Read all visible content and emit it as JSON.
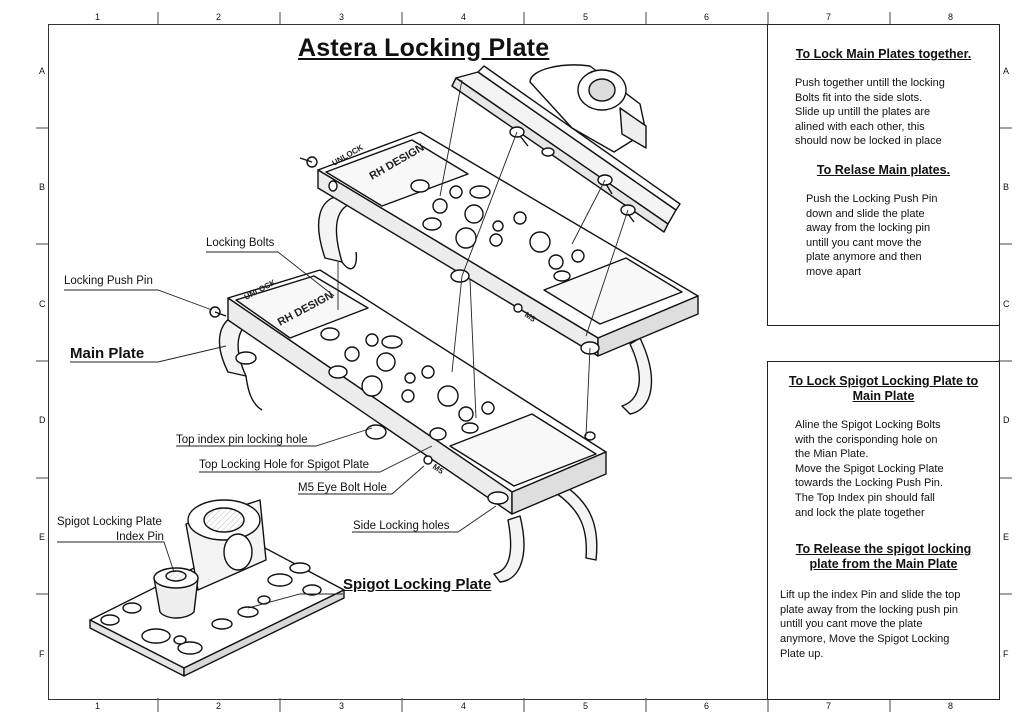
{
  "drawing": {
    "title": "Astera Locking Plate",
    "zone_columns": [
      "1",
      "2",
      "3",
      "4",
      "5",
      "6",
      "7",
      "8"
    ],
    "zone_rows": [
      "A",
      "B",
      "C",
      "D",
      "E",
      "F"
    ]
  },
  "callouts": {
    "locking_bolts": "Locking Bolts",
    "locking_push_pin": "Locking Push Pin",
    "main_plate": "Main Plate",
    "top_index_pin_locking_hole": "Top index pin locking hole",
    "top_locking_hole_spigot": "Top Locking Hole for Spigot Plate",
    "m5_eye_bolt_hole": "M5 Eye Bolt Hole",
    "side_locking_holes": "Side Locking holes",
    "spigot_index_pin_line1": "Spigot Locking Plate",
    "spigot_index_pin_line2": "Index Pin",
    "spigot_locking_plate": "Spigot Locking Plate"
  },
  "plate_engravings": {
    "brand_top": "RH DESIGN",
    "brand_bottom": "RH DESIGN",
    "lock_label": "UNLOCK",
    "m5_label": "M5"
  },
  "notes": {
    "lock_main": {
      "heading": "To Lock Main Plates together.",
      "body": "Push together untill the locking\nBolts fit into the side slots.\nSlide up untill the plates are\nalined with each other, this\nshould now be locked in place"
    },
    "release_main": {
      "heading": "To Relase Main plates.",
      "body": "Push the Locking Push Pin\ndown and slide the plate\naway from the locking pin\nuntill you cant move the\nplate anymore and then\nmove apart"
    },
    "lock_spigot": {
      "heading": "To Lock Spigot Locking Plate to Main Plate",
      "body": "Aline the Spigot Locking Bolts\nwith the corisponding hole on\nthe Mian Plate.\nMove the Spigot Locking Plate\ntowards the Locking Push Pin.\nThe Top Index pin should fall\nand lock the plate together"
    },
    "release_spigot": {
      "heading": "To Release the spigot locking plate from the Main Plate",
      "body": "Lift up the index Pin and slide the top\nplate away from the locking push pin\nuntill you cant move the plate\nanymore, Move the Spigot Locking\nPlate up."
    }
  }
}
